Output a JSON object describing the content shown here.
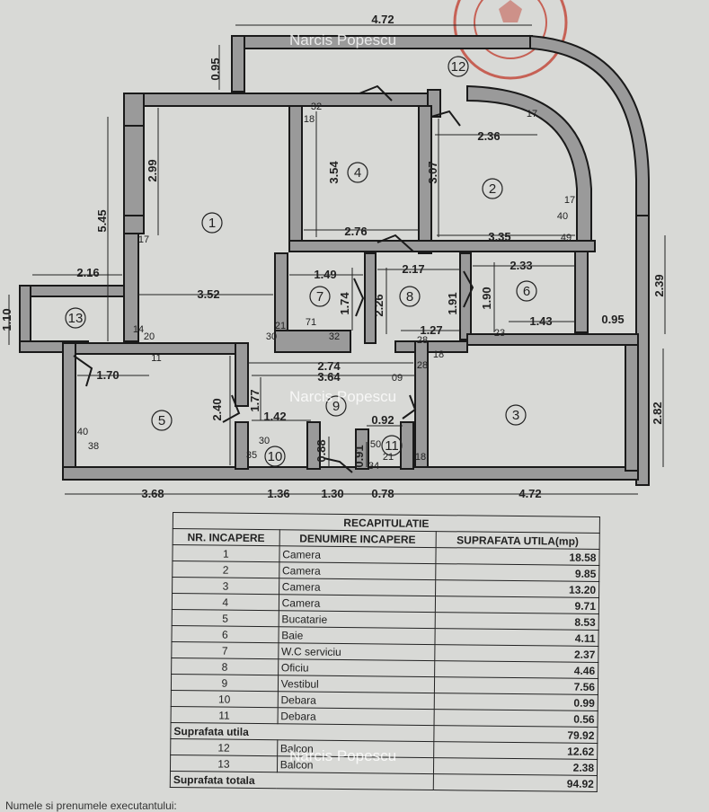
{
  "watermark": "Narcis Popescu",
  "plan": {
    "rooms": [
      "1",
      "2",
      "3",
      "4",
      "5",
      "6",
      "7",
      "8",
      "9",
      "10",
      "11",
      "12",
      "13"
    ],
    "dimensions": [
      "4.72",
      "0.95",
      "2.99",
      "5.45",
      "3.54",
      "3.07",
      "2.36",
      "2.76",
      "3.35",
      "2.16",
      "1.10",
      "3.52",
      "1.49",
      "2.17",
      "2.33",
      "2.39",
      "1.74",
      "2.26",
      "1.91",
      "1.90",
      "1.43",
      "0.95",
      "1.27",
      "2.74",
      "3.64",
      "1.70",
      "2.40",
      "1.77",
      "1.42",
      "0.92",
      "2.82",
      "0.88",
      "0.91",
      "3.68",
      "1.36",
      "1.30",
      "0.78",
      "4.72"
    ],
    "wall_marks": [
      "32",
      "18",
      "17",
      "17",
      "40",
      "49",
      "17",
      "14",
      "20",
      "11",
      "21",
      "30",
      "71",
      "32",
      "23",
      "18",
      "28",
      "09",
      "28",
      "40",
      "38",
      "30",
      "35",
      "50",
      "21",
      "34",
      "18"
    ]
  },
  "table": {
    "caption": "RECAPITULATIE",
    "headers": [
      "NR. INCAPERE",
      "DENUMIRE INCAPERE",
      "SUPRAFATA UTILA(mp)"
    ],
    "rows": [
      {
        "nr": "1",
        "name": "Camera",
        "area": "18.58"
      },
      {
        "nr": "2",
        "name": "Camera",
        "area": "9.85"
      },
      {
        "nr": "3",
        "name": "Camera",
        "area": "13.20"
      },
      {
        "nr": "4",
        "name": "Camera",
        "area": "9.71"
      },
      {
        "nr": "5",
        "name": "Bucatarie",
        "area": "8.53"
      },
      {
        "nr": "6",
        "name": "Baie",
        "area": "4.11"
      },
      {
        "nr": "7",
        "name": "W.C serviciu",
        "area": "2.37"
      },
      {
        "nr": "8",
        "name": "Oficiu",
        "area": "4.46"
      },
      {
        "nr": "9",
        "name": "Vestibul",
        "area": "7.56"
      },
      {
        "nr": "10",
        "name": "Debara",
        "area": "0.99"
      },
      {
        "nr": "11",
        "name": "Debara",
        "area": "0.56"
      }
    ],
    "useful_label": "Suprafata utila",
    "useful_total": "79.92",
    "extra_rows": [
      {
        "nr": "12",
        "name": "Balcon",
        "area": "12.62"
      },
      {
        "nr": "13",
        "name": "Balcon",
        "area": "2.38"
      }
    ],
    "total_label": "Suprafata totala",
    "total_value": "94.92"
  },
  "footer": "Numele si prenumele executantului:"
}
